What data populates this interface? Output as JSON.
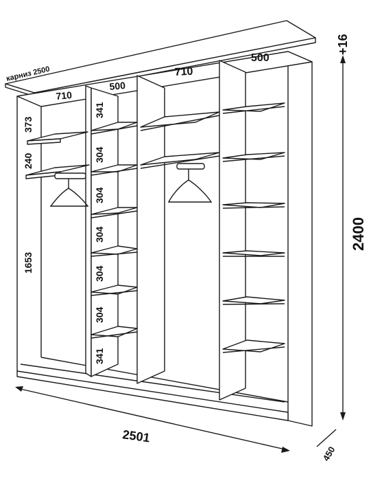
{
  "labels": {
    "cornice": "карниз 2500",
    "top_plus": "+16",
    "height": "2400",
    "width": "2501",
    "depth": "450",
    "comp1_width": "710",
    "comp2_width": "500",
    "comp3_width": "710",
    "comp4_width": "500",
    "left_gap_top": "373",
    "left_gap_mid": "240",
    "left_gap_bottom": "1653",
    "col2_gaps": [
      "341",
      "304",
      "304",
      "304",
      "304",
      "304",
      "341"
    ]
  },
  "colors": {
    "line": "#1a1a1a",
    "fill": "#ffffff",
    "text": "#111111"
  },
  "icons": [
    "hanger-icon",
    "hanger-icon"
  ]
}
